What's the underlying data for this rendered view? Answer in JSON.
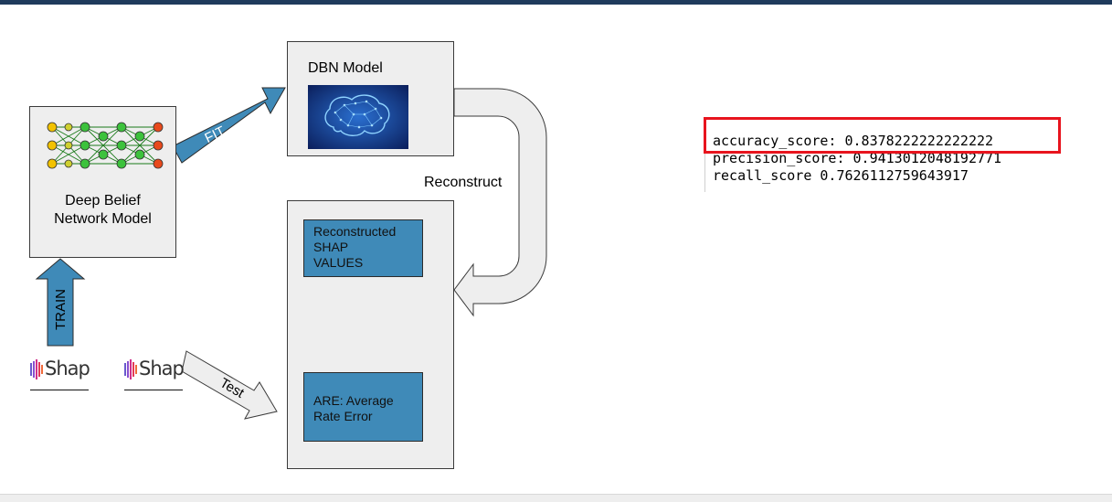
{
  "diagram": {
    "dbn_box_label": "Deep Belief\nNetwork Model",
    "dbn_model_title": "DBN Model",
    "fit_label": "FIT",
    "train_label": "TRAIN",
    "test_label": "Test",
    "reconstruct_label": "Reconstruct",
    "reconstructed_label": "Reconstructed\nSHAP\nVALUES",
    "are_label": "ARE: Average\nRate Error",
    "shap_logo_1": "Shap",
    "shap_logo_2": "Shap"
  },
  "metrics": {
    "accuracy": "accuracy_score: 0.8378222222222222",
    "precision": "precision_score: 0.9413012048192771",
    "recall": "recall_score 0.7626112759643917"
  },
  "colors": {
    "arrow_blue": "#3f8ab8",
    "box_gray": "#eeeeee",
    "highlight_red": "#e8141e",
    "top_bar": "#1f3b5c"
  },
  "icons": [
    "neural-network-icon",
    "brain-network-image",
    "shap-logo-icon"
  ]
}
